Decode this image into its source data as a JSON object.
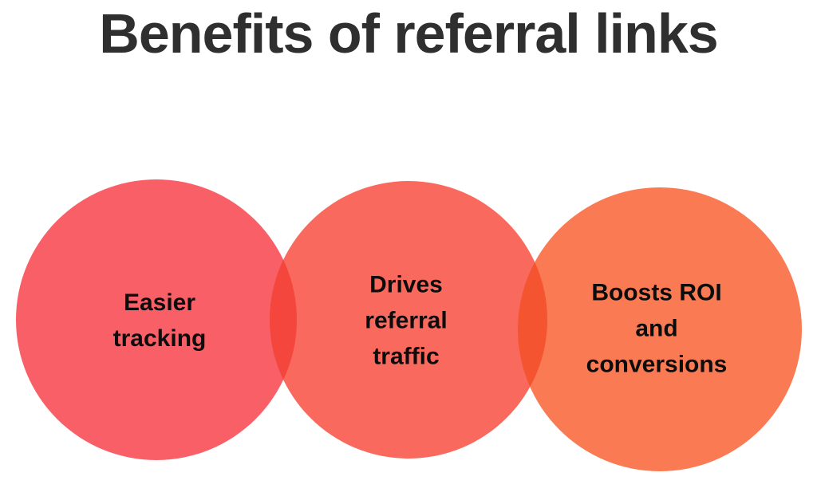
{
  "title": "Benefits of referral links",
  "colors": {
    "background": "#ffffff",
    "title_text": "#2f2f2f",
    "label_text": "#0d0d0d"
  },
  "diagram": {
    "type": "overlapping-circles",
    "circles": [
      {
        "label": "Easier\ntracking",
        "color": "#f85f67"
      },
      {
        "label": "Drives\nreferral\ntraffic",
        "color": "#f9695d"
      },
      {
        "label": "Boosts ROI\nand\nconversions",
        "color": "#fa7b53"
      }
    ],
    "overlaps": [
      {
        "between": "left-and-middle",
        "color": "#f4463c"
      },
      {
        "between": "middle-and-right",
        "color": "#f55430"
      }
    ]
  }
}
